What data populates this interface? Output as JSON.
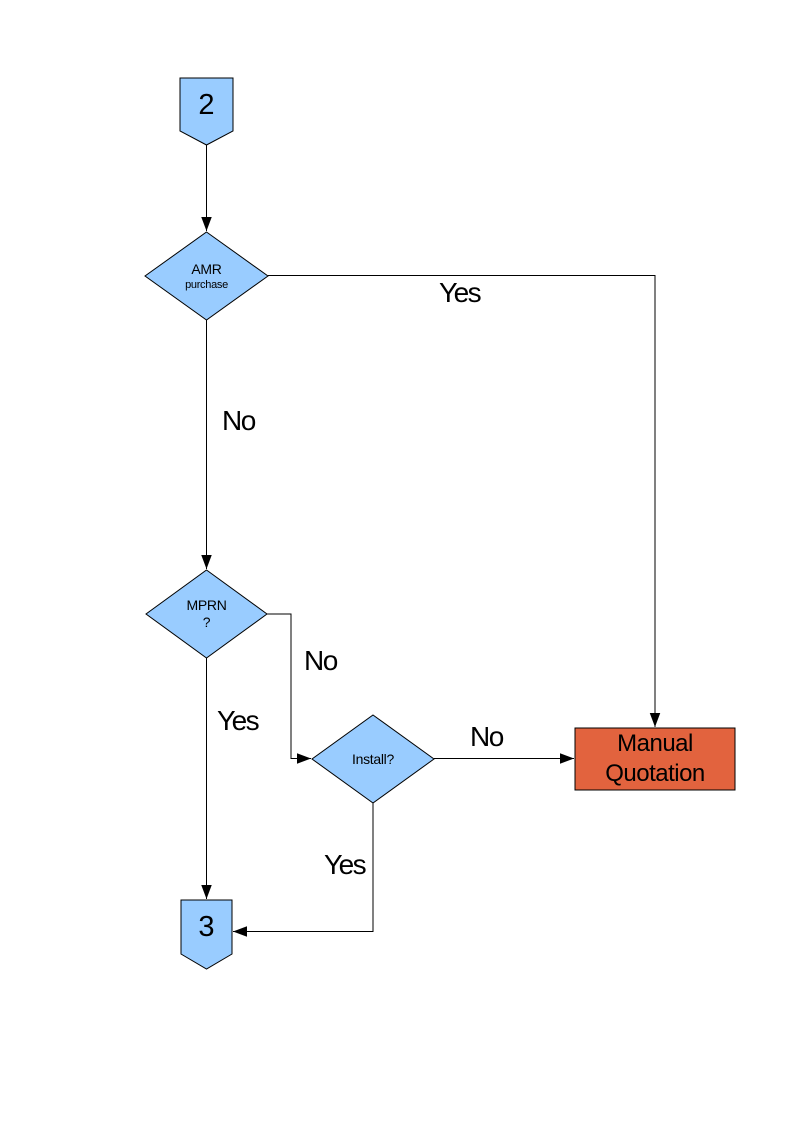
{
  "colors": {
    "node_fill": "#99CCFF",
    "terminator_fill": "#E2633E",
    "stroke": "#000000",
    "background": "#FFFFFF"
  },
  "nodes": {
    "connector_2": {
      "label": "2"
    },
    "amr": {
      "line1": "AMR",
      "line2": "purchase"
    },
    "mprn": {
      "line1": "MPRN",
      "line2": "?"
    },
    "install": {
      "label": "Install?"
    },
    "manual_quotation": {
      "line1": "Manual",
      "line2": "Quotation"
    },
    "connector_3": {
      "label": "3"
    }
  },
  "edges": {
    "amr_yes": {
      "label": "Yes"
    },
    "amr_no": {
      "label": "No"
    },
    "mprn_no": {
      "label": "No"
    },
    "mprn_yes": {
      "label": "Yes"
    },
    "install_no": {
      "label": "No"
    },
    "install_yes": {
      "label": "Yes"
    }
  }
}
